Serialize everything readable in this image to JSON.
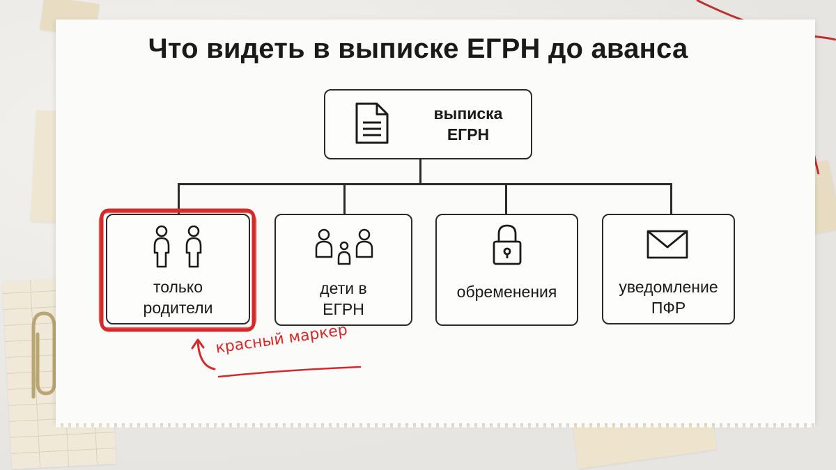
{
  "title": "Что видеть в выписке ЕГРН до аванса",
  "root": {
    "label_line1": "выписка",
    "label_line2": "ЕГРН",
    "icon": "document-icon"
  },
  "children": [
    {
      "label_line1": "только",
      "label_line2": "родители",
      "icon": "two-people-icon",
      "highlighted": true
    },
    {
      "label_line1": "дети в",
      "label_line2": "ЕГРН",
      "icon": "family-icon"
    },
    {
      "label_line1": "обременения",
      "label_line2": "",
      "icon": "lock-icon"
    },
    {
      "label_line1": "уведомление",
      "label_line2": "ПФР",
      "icon": "envelope-icon"
    }
  ],
  "annotation": {
    "text": "красный маркер",
    "color": "#d42a2a"
  },
  "colors": {
    "accent_red": "#d42a2a",
    "tape": "#e8dcc0"
  }
}
